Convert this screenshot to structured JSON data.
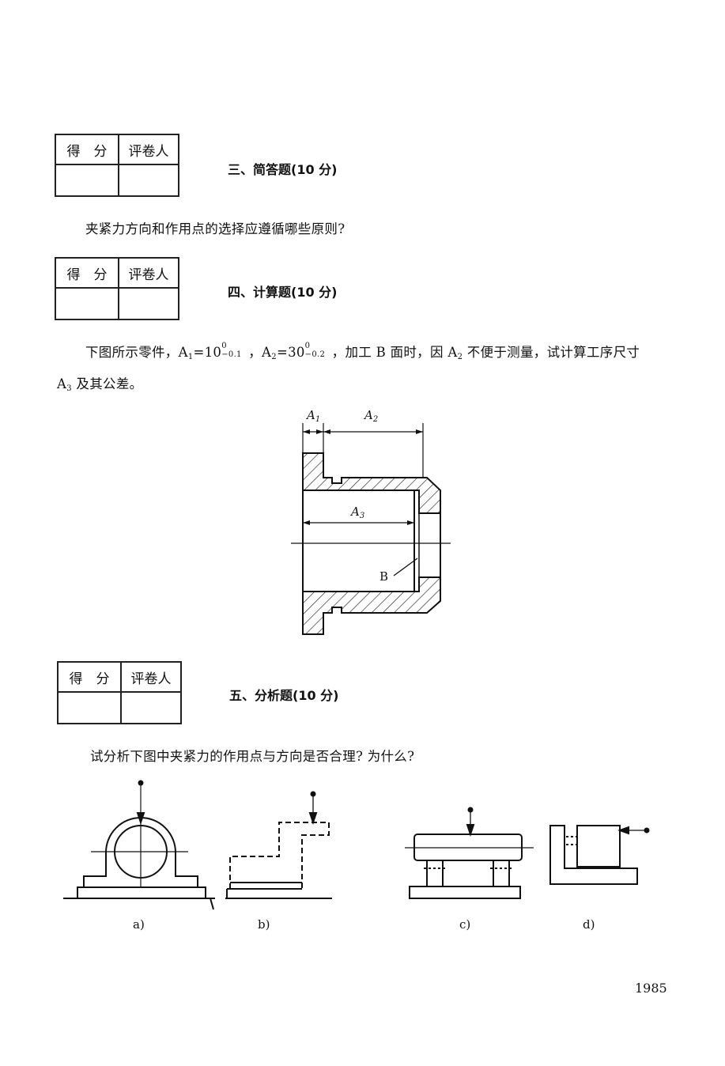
{
  "section3": {
    "table": {
      "score": "得　分",
      "grader": "评卷人"
    },
    "heading": "三、简答题(10 分)",
    "question": "夹紧力方向和作用点的选择应遵循哪些原则?"
  },
  "section4": {
    "table": {
      "score": "得　分",
      "grader": "评卷人"
    },
    "heading": "四、计算题(10 分)",
    "q": {
      "p1": "下图所示零件，A",
      "s1": "1",
      "p2": "=10",
      "t1_up": "0",
      "t1_lo": "−0.1",
      "p3": "，A",
      "s2": "2",
      "p4": "=30",
      "t2_up": "0",
      "t2_lo": "−0.2",
      "p5": "，加工 B 面时，因 A",
      "s3": "2",
      "p6": " 不便于测量，试计算工序尺寸",
      "line2_a": "A",
      "line2_sub": "3",
      "line2_b": " 及其公差。"
    },
    "diagram": {
      "a1": "A",
      "a1_sub": "1",
      "a2": "A",
      "a2_sub": "2",
      "a3": "A",
      "a3_sub": "3",
      "b": "B"
    }
  },
  "section5": {
    "table": {
      "score": "得　分",
      "grader": "评卷人"
    },
    "heading": "五、分析题(10 分)",
    "question": "试分析下图中夹紧力的作用点与方向是否合理? 为什么?",
    "figures": [
      "a)",
      "b)",
      "c)",
      "d)"
    ]
  },
  "page_number": "1985"
}
